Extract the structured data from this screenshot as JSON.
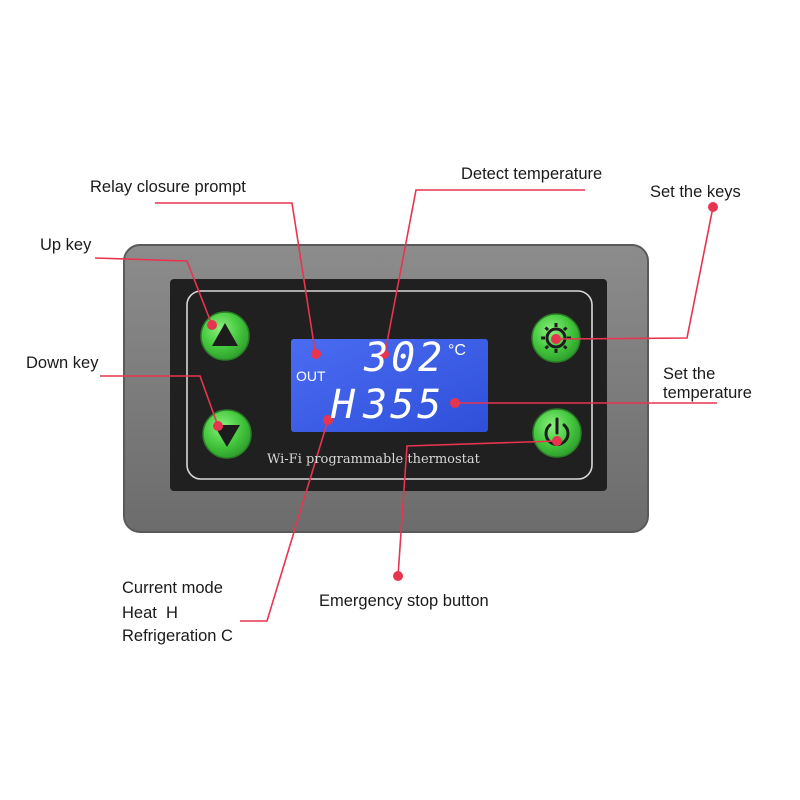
{
  "device": {
    "screen": {
      "out_indicator": "OUT",
      "detect_temperature": "302",
      "unit": "°C",
      "mode_letter": "H",
      "set_temperature": "355"
    },
    "panel_text": "Wi-Fi programmable thermostat"
  },
  "labels": {
    "relay": "Relay closure prompt",
    "detect": "Detect temperature",
    "set_keys": "Set the keys",
    "up": "Up key",
    "down": "Down key",
    "set_temp_line1": "Set the",
    "set_temp_line2": "temperature",
    "mode_line1": "Current mode",
    "mode_line2": "Heat  H",
    "mode_line3": "Refrigeration C",
    "emergency": "Emergency stop button"
  },
  "colors": {
    "callout": "#e8344f",
    "button_green": "#4cd14a",
    "lcd_blue": "#3d5ee8",
    "housing": "#7a7a7a",
    "bezel": "#222222"
  }
}
